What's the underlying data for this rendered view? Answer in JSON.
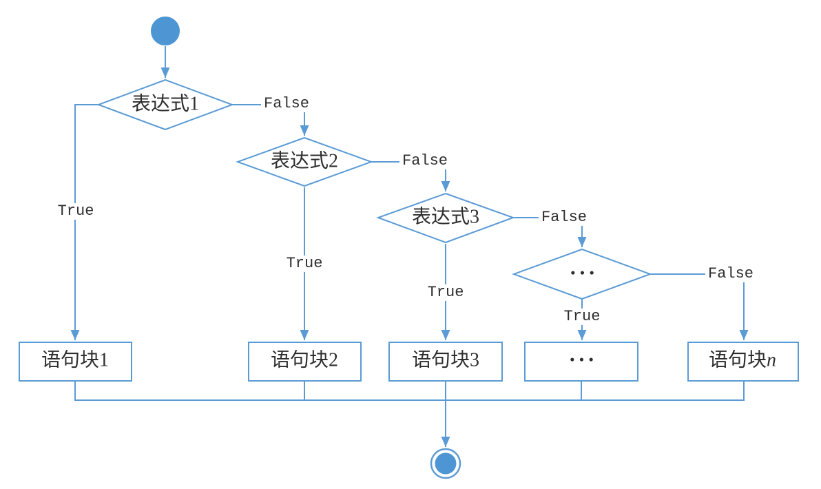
{
  "colors": {
    "accent": "#5B9BD5",
    "node_fill": "#4D96D3",
    "label_text": "#2E2E2E",
    "shape_background": "#FFFFFF"
  },
  "decisions": [
    {
      "label": "表达式1",
      "true_label": "True",
      "false_label": "False"
    },
    {
      "label": "表达式2",
      "true_label": "True",
      "false_label": "False"
    },
    {
      "label": "表达式3",
      "true_label": "True",
      "false_label": "False"
    },
    {
      "label": "•••",
      "true_label": "True",
      "false_label": "False"
    }
  ],
  "blocks": [
    {
      "label": "语句块1"
    },
    {
      "label": "语句块2"
    },
    {
      "label": "语句块3"
    },
    {
      "label": "•••"
    },
    {
      "label": "语句块",
      "suffix": "n"
    }
  ]
}
